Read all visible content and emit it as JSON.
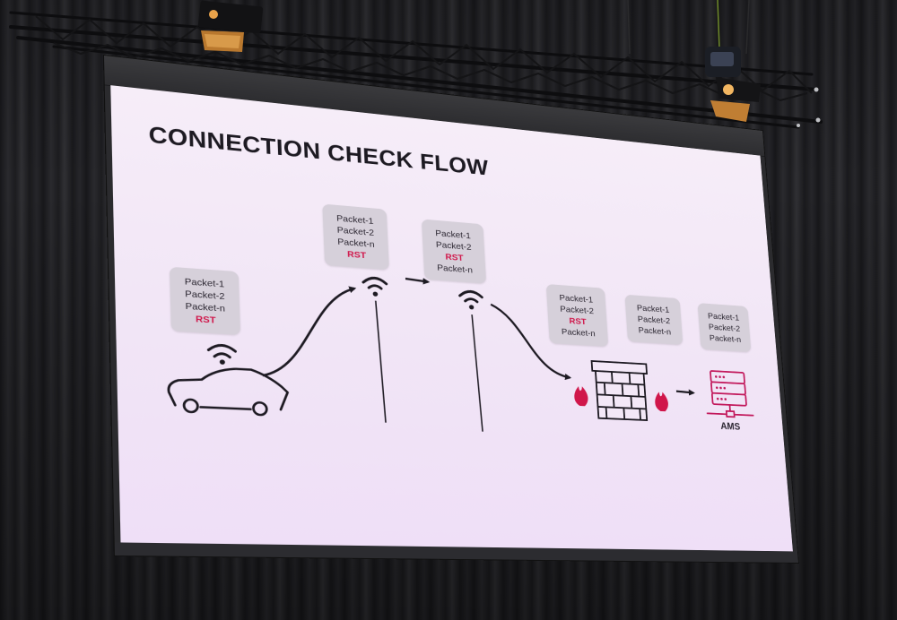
{
  "scene": {
    "description": "Photo of an LED stage screen showing a presentation slide"
  },
  "slide": {
    "title": "CONNECTION CHECK FLOW",
    "accent_color": "#d0164a",
    "ink_color": "#1d1a22",
    "card_color": "#d6d0da",
    "background_color": "#f3e8f7",
    "stages": [
      {
        "id": "car",
        "icon": "car-icon",
        "signal_icon": "wifi-icon",
        "packets": [
          {
            "text": "Packet-1",
            "rst": false
          },
          {
            "text": "Packet-2",
            "rst": false
          },
          {
            "text": "Packet-n",
            "rst": false
          },
          {
            "text": "RST",
            "rst": true
          }
        ]
      },
      {
        "id": "tower-1",
        "icon": "wifi-tower-icon",
        "packets": [
          {
            "text": "Packet-1",
            "rst": false
          },
          {
            "text": "Packet-2",
            "rst": false
          },
          {
            "text": "Packet-n",
            "rst": false
          },
          {
            "text": "RST",
            "rst": true
          }
        ]
      },
      {
        "id": "tower-2",
        "icon": "wifi-tower-icon",
        "packets": [
          {
            "text": "Packet-1",
            "rst": false
          },
          {
            "text": "Packet-2",
            "rst": false
          },
          {
            "text": "RST",
            "rst": true
          },
          {
            "text": "Packet-n",
            "rst": false
          }
        ]
      },
      {
        "id": "firewall-in",
        "icon": "firewall-icon",
        "packets": [
          {
            "text": "Packet-1",
            "rst": false
          },
          {
            "text": "Packet-2",
            "rst": false
          },
          {
            "text": "RST",
            "rst": true
          },
          {
            "text": "Packet-n",
            "rst": false
          }
        ]
      },
      {
        "id": "firewall-out",
        "icon": "firewall-icon",
        "packets": [
          {
            "text": "Packet-1",
            "rst": false
          },
          {
            "text": "Packet-2",
            "rst": false
          },
          {
            "text": "Packet-n",
            "rst": false
          }
        ]
      },
      {
        "id": "ams",
        "icon": "server-icon",
        "label": "AMS",
        "packets": [
          {
            "text": "Packet-1",
            "rst": false
          },
          {
            "text": "Packet-2",
            "rst": false
          },
          {
            "text": "Packet-n",
            "rst": false
          }
        ]
      }
    ]
  }
}
